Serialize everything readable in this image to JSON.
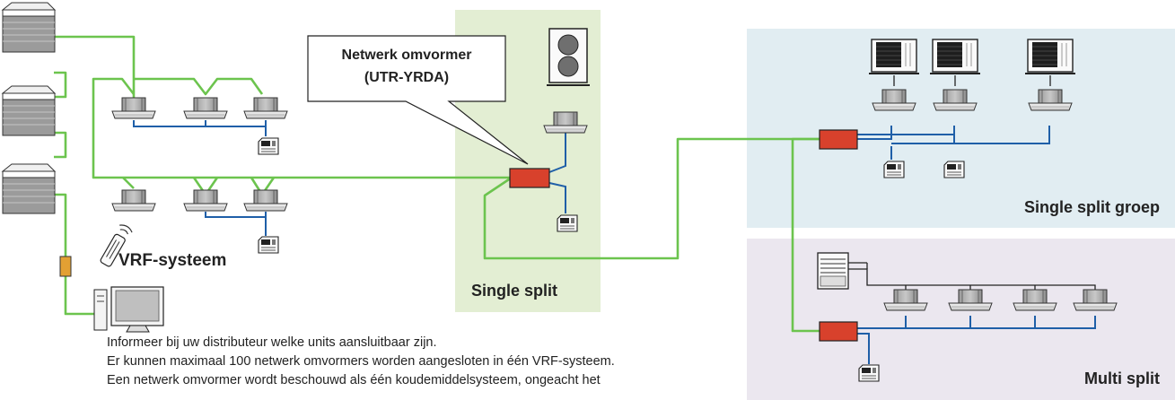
{
  "colors": {
    "green_line": "#6cc44e",
    "blue_line": "#1f5fa8",
    "black_line": "#222222",
    "converter": "#d8412c",
    "single_split_bg": "#e3eed3",
    "group_bg": "#e1edf2",
    "multi_bg": "#ebe7ef",
    "adapter": "#e3a033"
  },
  "callout": {
    "line1": "Netwerk omvormer",
    "line2": "(UTR-YRDA)"
  },
  "labels": {
    "vrf": "VRF-systeem",
    "single_split": "Single split",
    "single_split_group": "Single split groep",
    "multi_split": "Multi split"
  },
  "notes": [
    "Informeer bij uw distributeur welke units aansluitbaar zijn.",
    "Er kunnen maximaal 100 netwerk omvormers worden aangesloten in één VRF-systeem.",
    "Een netwerk omvormer wordt beschouwd als één koudemiddelsysteem, ongeacht het"
  ]
}
